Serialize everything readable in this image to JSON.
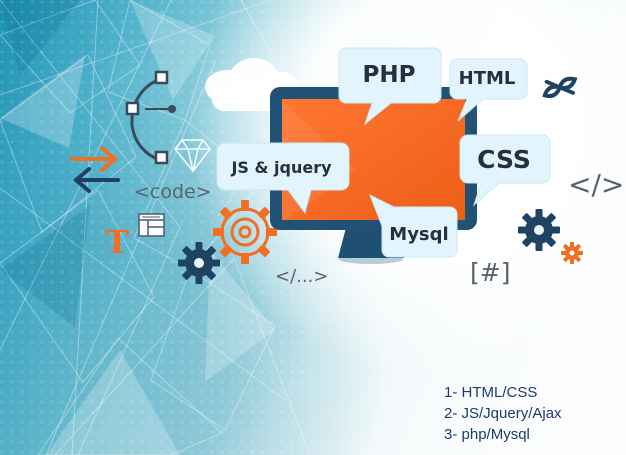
{
  "image": {
    "title": ""
  },
  "bubbles": {
    "php": "PHP",
    "html": "HTML",
    "css": "CSS",
    "js": "JS & jquery",
    "mysql": "Mysql"
  },
  "tech_text": {
    "code": "<code>",
    "ellipsis_code": "</...>",
    "right_code": "</>",
    "hash": "[#]"
  },
  "list": [
    "1- HTML/CSS",
    "2- JS/Jquery/Ajax",
    "3- php/Mysql"
  ],
  "icons": [
    "bezier-curve-icon",
    "cloud-icon",
    "swap-arrows-icon",
    "diamond-icon",
    "gear-icon",
    "layout-icon",
    "text-icon",
    "chain-icon",
    "monitor-icon"
  ],
  "colors": {
    "primary_blue": "#1b8fb1",
    "monitor_blue": "#225477",
    "screen_orange": "#f26b21",
    "bubble_blue": "#dff3fb",
    "text_dark": "#25313d"
  }
}
